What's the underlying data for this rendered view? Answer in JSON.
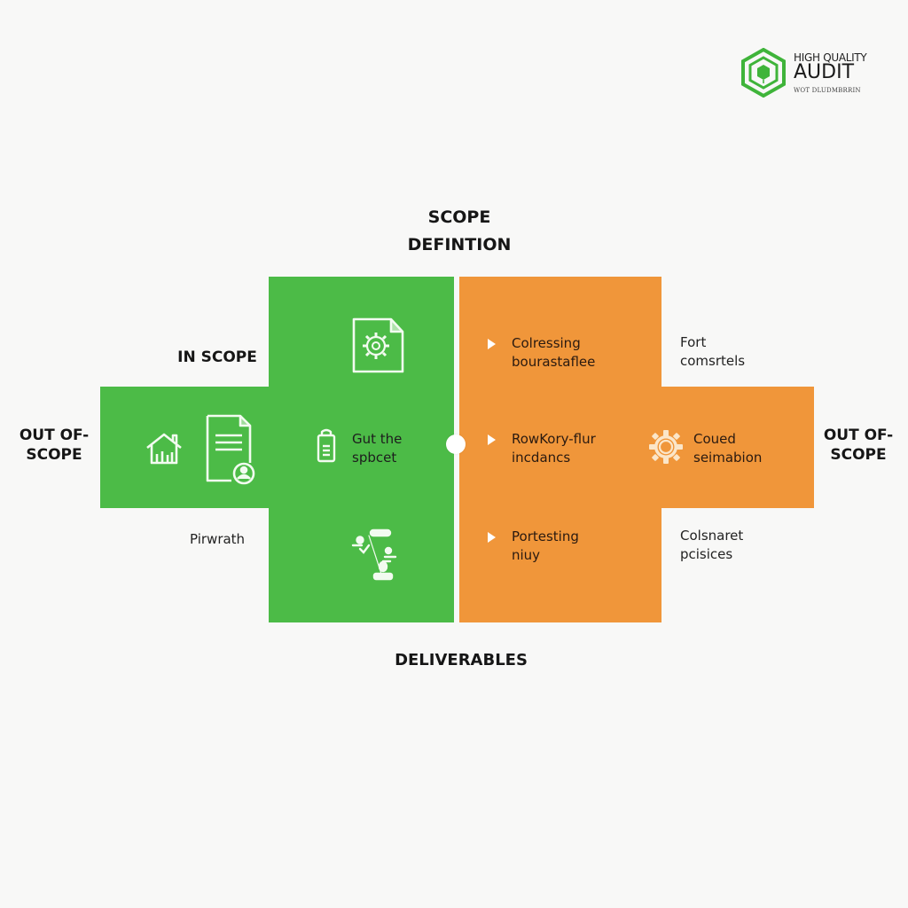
{
  "logo": {
    "line1": "HIGH QUALITY",
    "line2": "AUDIT",
    "line3": "WOT DLUDMBRRIN",
    "icon": "hexagon-logo-icon",
    "color": "#3fb43a"
  },
  "diagram": {
    "title_line1": "SCOPE",
    "title_line2": "DEFINTION",
    "bottom_label": "DELIVERABLES",
    "in_scope_label": "IN SCOPE",
    "out_of_scope_left": {
      "line1": "OUT OF-",
      "line2": "SCOPE"
    },
    "out_of_scope_right": {
      "line1": "OUT OF-",
      "line2": "SCOPE"
    },
    "colors": {
      "in_scope": "#4cbb47",
      "out_of_scope": "#f0963a",
      "background": "#f8f8f7"
    },
    "green_section": {
      "icons": [
        "house-chart-icon",
        "document-user-icon",
        "document-gear-icon",
        "clipboard-icon",
        "network-people-icon"
      ],
      "item": {
        "line1": "Gut the",
        "line2": "spbcet",
        "icon": "clipboard-icon"
      },
      "outside_label": "Pirwrath"
    },
    "orange_section": {
      "items": [
        {
          "line1": "Colressing",
          "line2": "bourastaflee",
          "icon": "play-triangle-icon"
        },
        {
          "line1": "RowKory-flur",
          "line2": "incdancs",
          "icon": "play-triangle-icon"
        },
        {
          "line1": "Portesting",
          "line2": "niuy",
          "icon": "play-triangle-icon"
        }
      ],
      "band_item": {
        "line1": "Coued",
        "line2": "seimabion",
        "icon": "gear-icon"
      },
      "outside_top": {
        "line1": "Fort",
        "line2": "comsrtels"
      },
      "outside_bottom": {
        "line1": "Colsnaret",
        "line2": "pcisices"
      }
    }
  }
}
